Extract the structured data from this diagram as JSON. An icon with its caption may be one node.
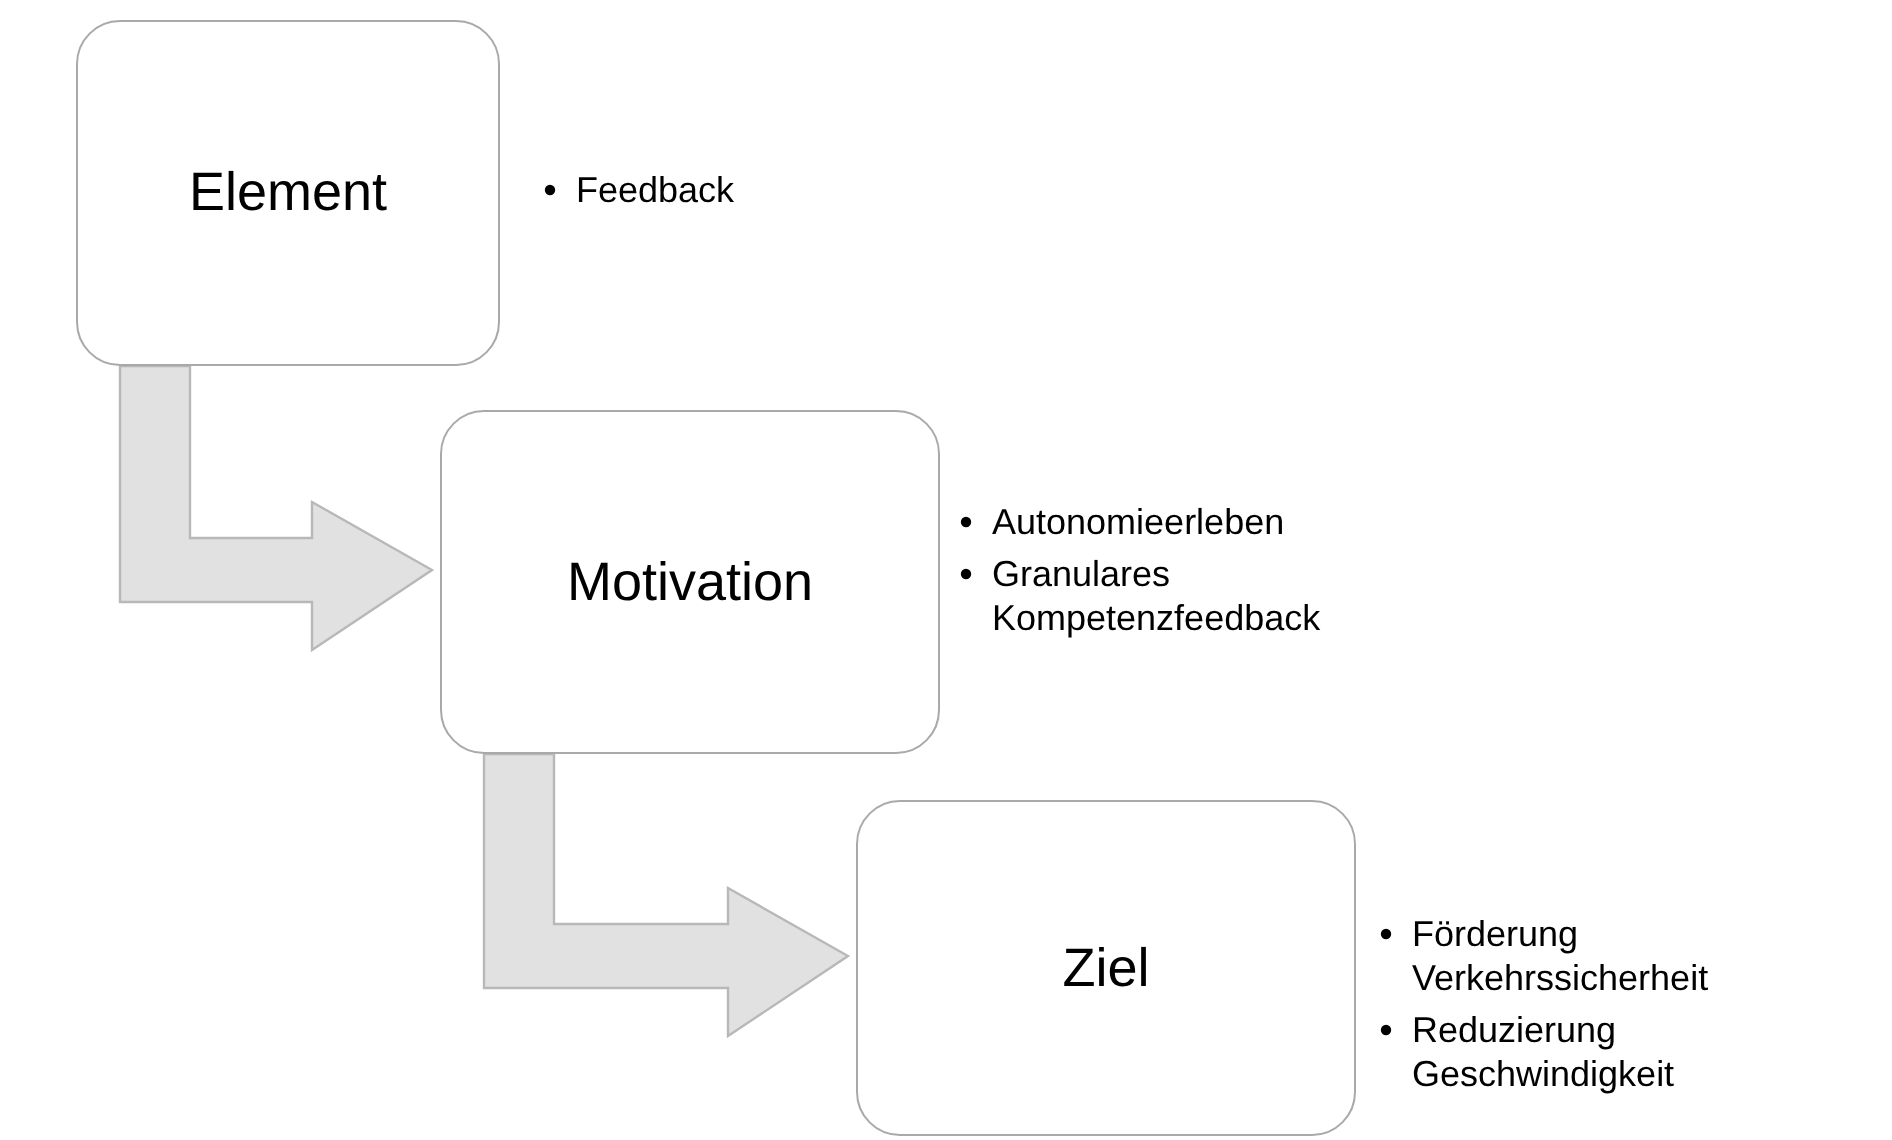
{
  "diagram": {
    "nodes": [
      {
        "text": [
          "Element"
        ],
        "beside": [
          "Feedback"
        ]
      },
      {
        "text": [
          "Motivation"
        ],
        "beside": [
          "Autonomieerleben",
          "Granulares Kompetenzfeedback"
        ]
      },
      {
        "text": [
          "Ziel"
        ],
        "beside": [
          "Förderung Verkehrssicherheit",
          "Reduzierung Geschwindigkeit"
        ]
      }
    ],
    "edges": [
      {
        "from": 0,
        "to": 1,
        "arrow": "to"
      },
      {
        "from": 1,
        "to": 2,
        "arrow": "to"
      }
    ]
  }
}
